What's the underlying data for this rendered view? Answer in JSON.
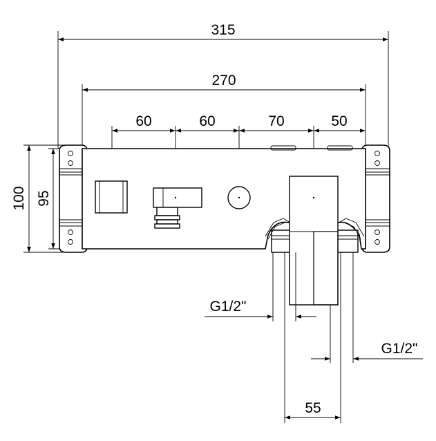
{
  "dimensions": {
    "overall_width": "315",
    "body_width": "270",
    "spacing_1": "60",
    "spacing_2": "60",
    "spacing_3": "70",
    "spacing_4": "50",
    "total_height": "100",
    "body_height": "95",
    "outlet_spacing": "55"
  },
  "threads": {
    "left": "G1/2\"",
    "right": "G1/2\""
  }
}
